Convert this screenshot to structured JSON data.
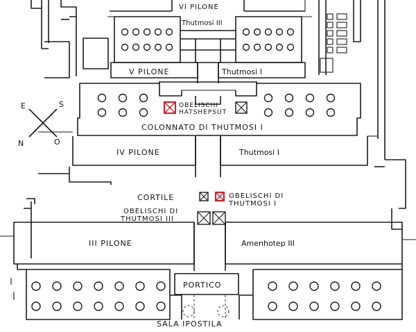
{
  "labels": {
    "vi_pilone": "VI PILONE",
    "vi_pilone_sub": "Thutmosi III",
    "v_pilone": "V PILONE",
    "thutmosi_i_top": "Thutmosi I",
    "obelischi_hatshepsut_1": "OBELISCHI",
    "obelischi_hatshepsut_2": "HATSHEPSUT",
    "colonnato": "COLONNATO DI THUTMOSI I",
    "iv_pilone": "IV PILONE",
    "thutmosi_i_mid": "Thutmosi I",
    "cortile": "CORTILE",
    "obelischi_thutmosi_i_1": "OBELISCHI DI",
    "obelischi_thutmosi_i_2": "THUTMOSI I",
    "obelischi_thutmosi_iii_1": "OBELISCHI DI",
    "obelischi_thutmosi_iii_2": "THUTMOSI III",
    "iii_pilone": "III PILONE",
    "amenhotep": "Amenhotep III",
    "portico": "PORTICO",
    "sala_ipostila": "SALA  IPOSTILA"
  },
  "compass": {
    "e": "E",
    "s": "S",
    "n": "N",
    "o": "O"
  },
  "colors": {
    "ink": "#1a1a1a",
    "highlight": "#c0282e",
    "paper": "#ffffff"
  },
  "highlighted_obelisks": [
    "obelischi-hatshepsut",
    "obelischi-thutmosi-i"
  ]
}
